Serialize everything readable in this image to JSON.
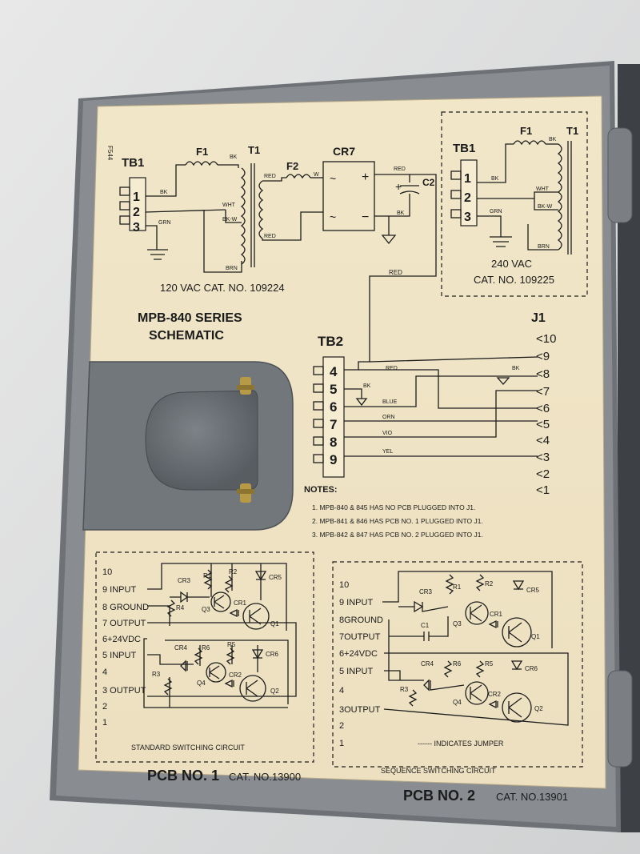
{
  "left_supply": {
    "tb1": "TB1",
    "terms": [
      "1",
      "2",
      "3"
    ],
    "f1": "F1",
    "t1": "T1",
    "f2": "F2",
    "cr7": "CR7",
    "c2": "C2",
    "plus": "+",
    "minus": "−",
    "wires": {
      "bk": "BK",
      "wht": "WHT",
      "grn": "GRN",
      "bkw": "BK-W",
      "brn": "BRN",
      "red": "RED",
      "w": "W",
      "red2": "RED",
      "red3": "RED",
      "bk2": "BK",
      "bk3": "BK"
    },
    "caption": "120 VAC  CAT. NO. 109224"
  },
  "right_supply": {
    "tb1": "TB1",
    "terms": [
      "1",
      "2",
      "3"
    ],
    "f1": "F1",
    "t1": "T1",
    "wires": {
      "bk": "BK",
      "bk2": "BK",
      "wht": "WHT",
      "bkw": "BK-W",
      "grn": "GRN",
      "brn": "BRN"
    },
    "caption_line1": "240 VAC",
    "caption_line2": "CAT. NO. 109225"
  },
  "red_feed_label": "RED",
  "corner_mark": "F544",
  "title": {
    "line1": "MPB-840 SERIES",
    "line2": "SCHEMATIC"
  },
  "tb2": {
    "label": "TB2",
    "terms": [
      "4",
      "5",
      "6",
      "7",
      "8",
      "9"
    ],
    "wires": {
      "red": "RED",
      "bk": "BK",
      "bk2": "BK",
      "blue": "BLUE",
      "orn": "ORN",
      "vio": "VIO",
      "yel": "YEL"
    }
  },
  "j1": {
    "label": "J1",
    "pins": [
      "<10",
      "<9",
      "<8",
      "<7",
      "<6",
      "<5",
      "<4",
      "<3",
      "<2",
      "<1"
    ]
  },
  "notes": {
    "heading": "NOTES:",
    "items": [
      "1. MPB-840 & 845 HAS NO PCB PLUGGED INTO J1.",
      "2. MPB-841 & 846 HAS PCB NO. 1 PLUGGED INTO J1.",
      "3. MPB-842 & 847 HAS PCB NO. 2 PLUGGED INTO J1."
    ]
  },
  "pcb1": {
    "pins": [
      "10",
      "9 INPUT",
      "8 GROUND",
      "7 OUTPUT",
      "6+24VDC",
      "5 INPUT",
      "4",
      "3 OUTPUT",
      "2",
      "1"
    ],
    "parts": {
      "r1": "R1",
      "r2": "R2",
      "r3": "R3",
      "r4": "R4",
      "r5": "R5",
      "r6": "R6",
      "cr1": "CR1",
      "cr2": "CR2",
      "cr3": "CR3",
      "cr4": "CR4",
      "cr5": "CR5",
      "cr6": "CR6",
      "q1": "Q1",
      "q2": "Q2",
      "q3": "Q3",
      "q4": "Q4"
    },
    "caption": "STANDARD  SWITCHING  CIRCUIT",
    "title": "PCB NO. 1",
    "cat": "CAT. NO.13900"
  },
  "pcb2": {
    "pins": [
      "10",
      "9 INPUT",
      "8GROUND",
      "7OUTPUT",
      "6+24VDC",
      "5 INPUT",
      "4",
      "3OUTPUT",
      "2",
      "1"
    ],
    "parts": {
      "r1": "R1",
      "r2": "R2",
      "r3": "R3",
      "r5": "R5",
      "r6": "R6",
      "c1": "C1",
      "cr1": "CR1",
      "cr2": "CR2",
      "cr3": "CR3",
      "cr4": "CR4",
      "cr5": "CR5",
      "cr6": "CR6",
      "q1": "Q1",
      "q2": "Q2",
      "q3": "Q3",
      "q4": "Q4"
    },
    "jumper_note": "------ INDICATES  JUMPER",
    "caption": "SEQUENCE  SWITCHING  CIRCUIT",
    "title": "PCB NO. 2",
    "cat": "CAT. NO.13901"
  }
}
